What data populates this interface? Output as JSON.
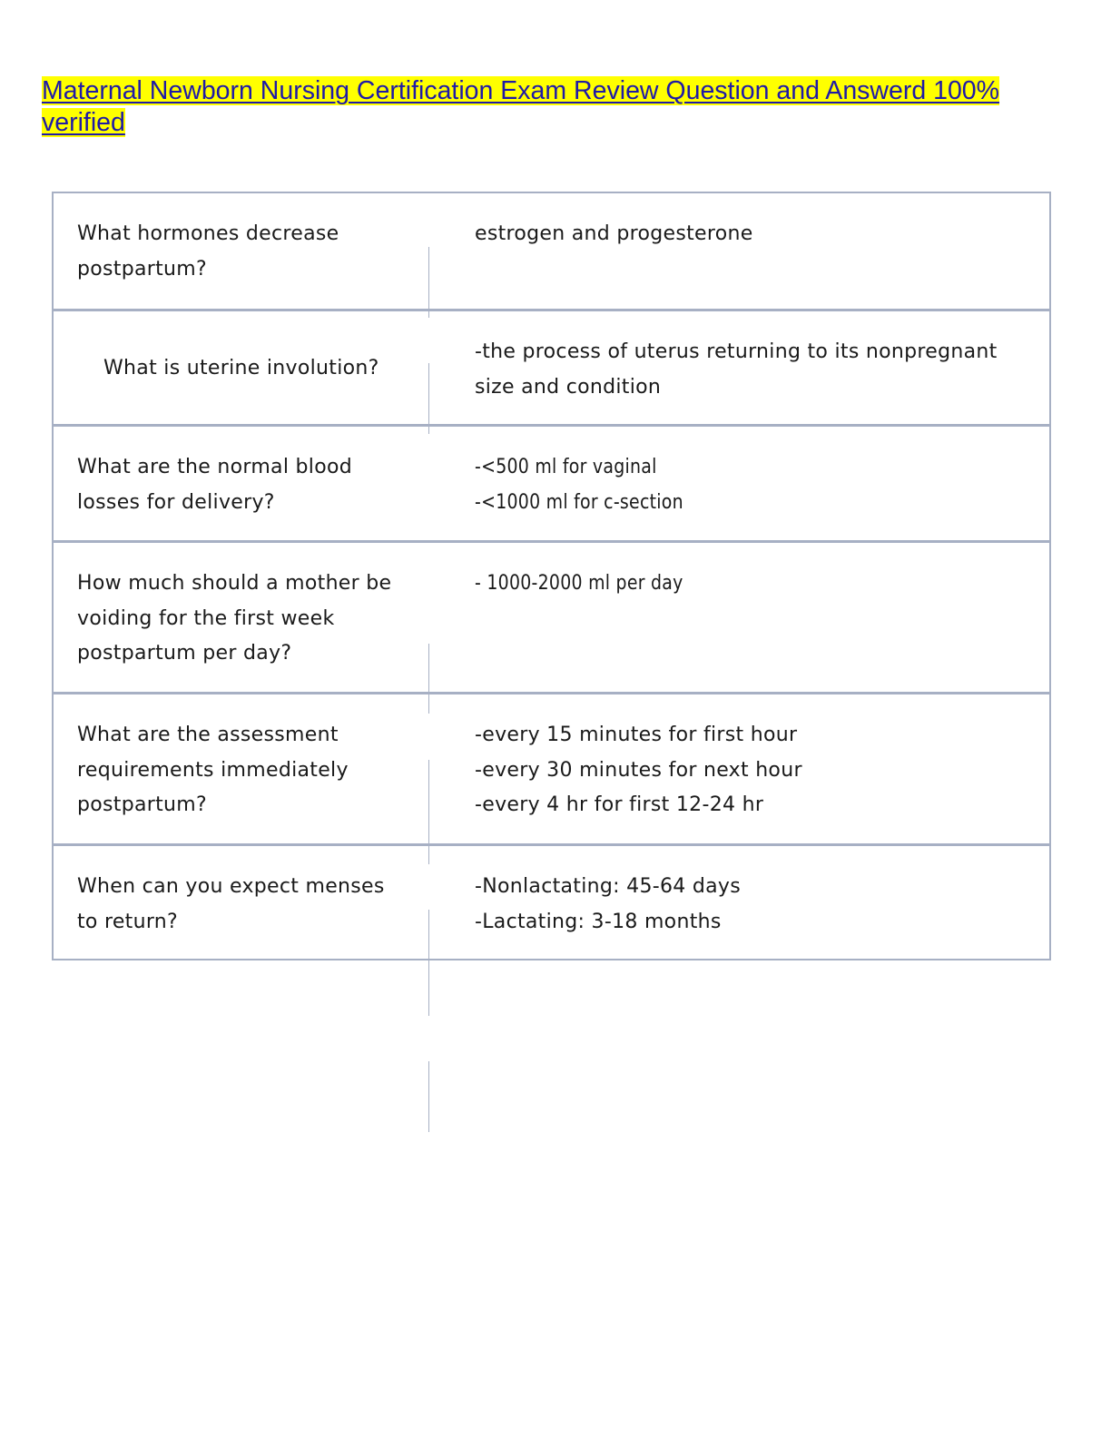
{
  "document": {
    "title": "Maternal Newborn Nursing  Certification Exam Review  Question and Answerd 100%  verified "
  },
  "qa": [
    {
      "question": "What hormones  decrease\npostpartum?",
      "answer": "estrogen  and  progesterone"
    },
    {
      "question": "What is uterine  involution?",
      "answer": "-the  process  of uterus  returning  to its  nonpregnant\nsize and condition"
    },
    {
      "question": "What are the normal  blood\nlosses  for delivery?",
      "answer": "-<500   ml for vaginal\n-<1000   ml for c-section"
    },
    {
      "question": "How much  should  a mother  be\nvoiding for the first week\npostpartum  per day?",
      "answer": "- 1000-2000   ml  per  day"
    },
    {
      "question": "What  are the assessment\nrequirements immediately\npostpartum?",
      "answer": "-every  15 minutes  for first  hour\n-every 30 minutes for next hour\n-every  4 hr for first  12-24  hr"
    },
    {
      "question": "When can  you expect  menses\nto return?",
      "answer": "-Nonlactating:  45-64 days\n-Lactating:  3-18  months"
    }
  ]
}
